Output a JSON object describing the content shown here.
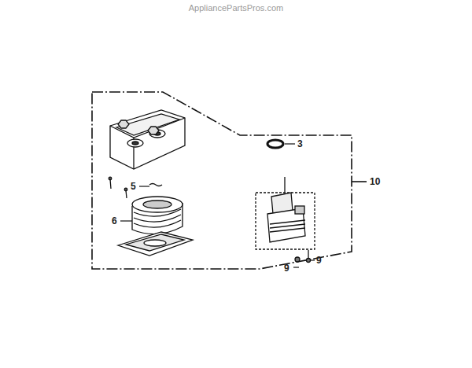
{
  "diagram": {
    "labels": [
      "AppliancePartsPros.com",
      "3",
      "10",
      "5",
      "6",
      "9",
      "9"
    ]
  }
}
